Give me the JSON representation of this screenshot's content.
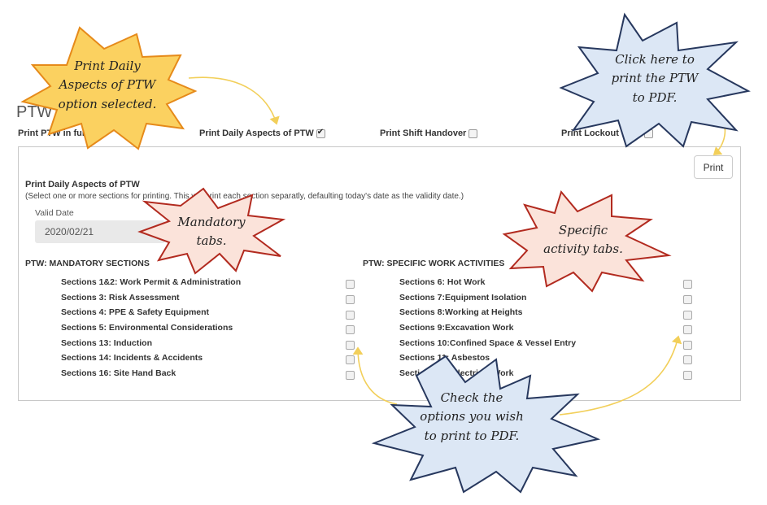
{
  "page": {
    "heading": "PTW",
    "print_label": "Print"
  },
  "options": [
    {
      "label": "Print PTW in full",
      "checked": false
    },
    {
      "label": "Print Daily Aspects of PTW",
      "checked": true
    },
    {
      "label": "Print Shift Handover",
      "checked": false
    },
    {
      "label": "Print Lockout Tags",
      "checked": false
    }
  ],
  "section": {
    "title": "Print Daily Aspects of PTW",
    "description": "(Select one or more sections for printing. This will print each section separatly, defaulting today's date as the validity date.)",
    "date_label": "Valid Date",
    "date_value": "2020/02/21"
  },
  "mandatory": {
    "heading": "PTW: MANDATORY SECTIONS",
    "items": [
      "Sections 1&2: Work Permit & Administration",
      "Sections 3: Risk Assessment",
      "Sections 4: PPE & Safety Equipment",
      "Sections 5: Environmental Considerations",
      "Sections 13: Induction",
      "Sections 14: Incidents & Accidents",
      "Sections 16: Site Hand Back"
    ]
  },
  "specific": {
    "heading": "PTW: SPECIFIC WORK ACTIVITIES",
    "items": [
      "Sections 6: Hot Work",
      "Sections 7:Equipment Isolation",
      "Sections 8:Working at Heights",
      "Sections 9:Excavation Work",
      "Sections 10:Confined Space & Vessel Entry",
      "Sections 11: Asbestos",
      "Sections 12: Electrical Work"
    ]
  },
  "callouts": {
    "daily": [
      "Print Daily",
      "Aspects of PTW",
      "option selected."
    ],
    "print": [
      "Click here to",
      "print the PTW",
      "to PDF."
    ],
    "mandatory": [
      "Mandatory",
      "tabs."
    ],
    "specific": [
      "Specific",
      "activity tabs."
    ],
    "check": [
      "Check the",
      "options you wish",
      "to print to PDF."
    ]
  },
  "colors": {
    "burst_yellow": "#fbd160",
    "burst_blue": "#dce7f5",
    "burst_pink": "#fbe3da",
    "stroke_orange": "#e68a1a",
    "stroke_navy": "#27385e",
    "stroke_red": "#b22a1f",
    "arrow_yellow": "#f2cf5a"
  }
}
